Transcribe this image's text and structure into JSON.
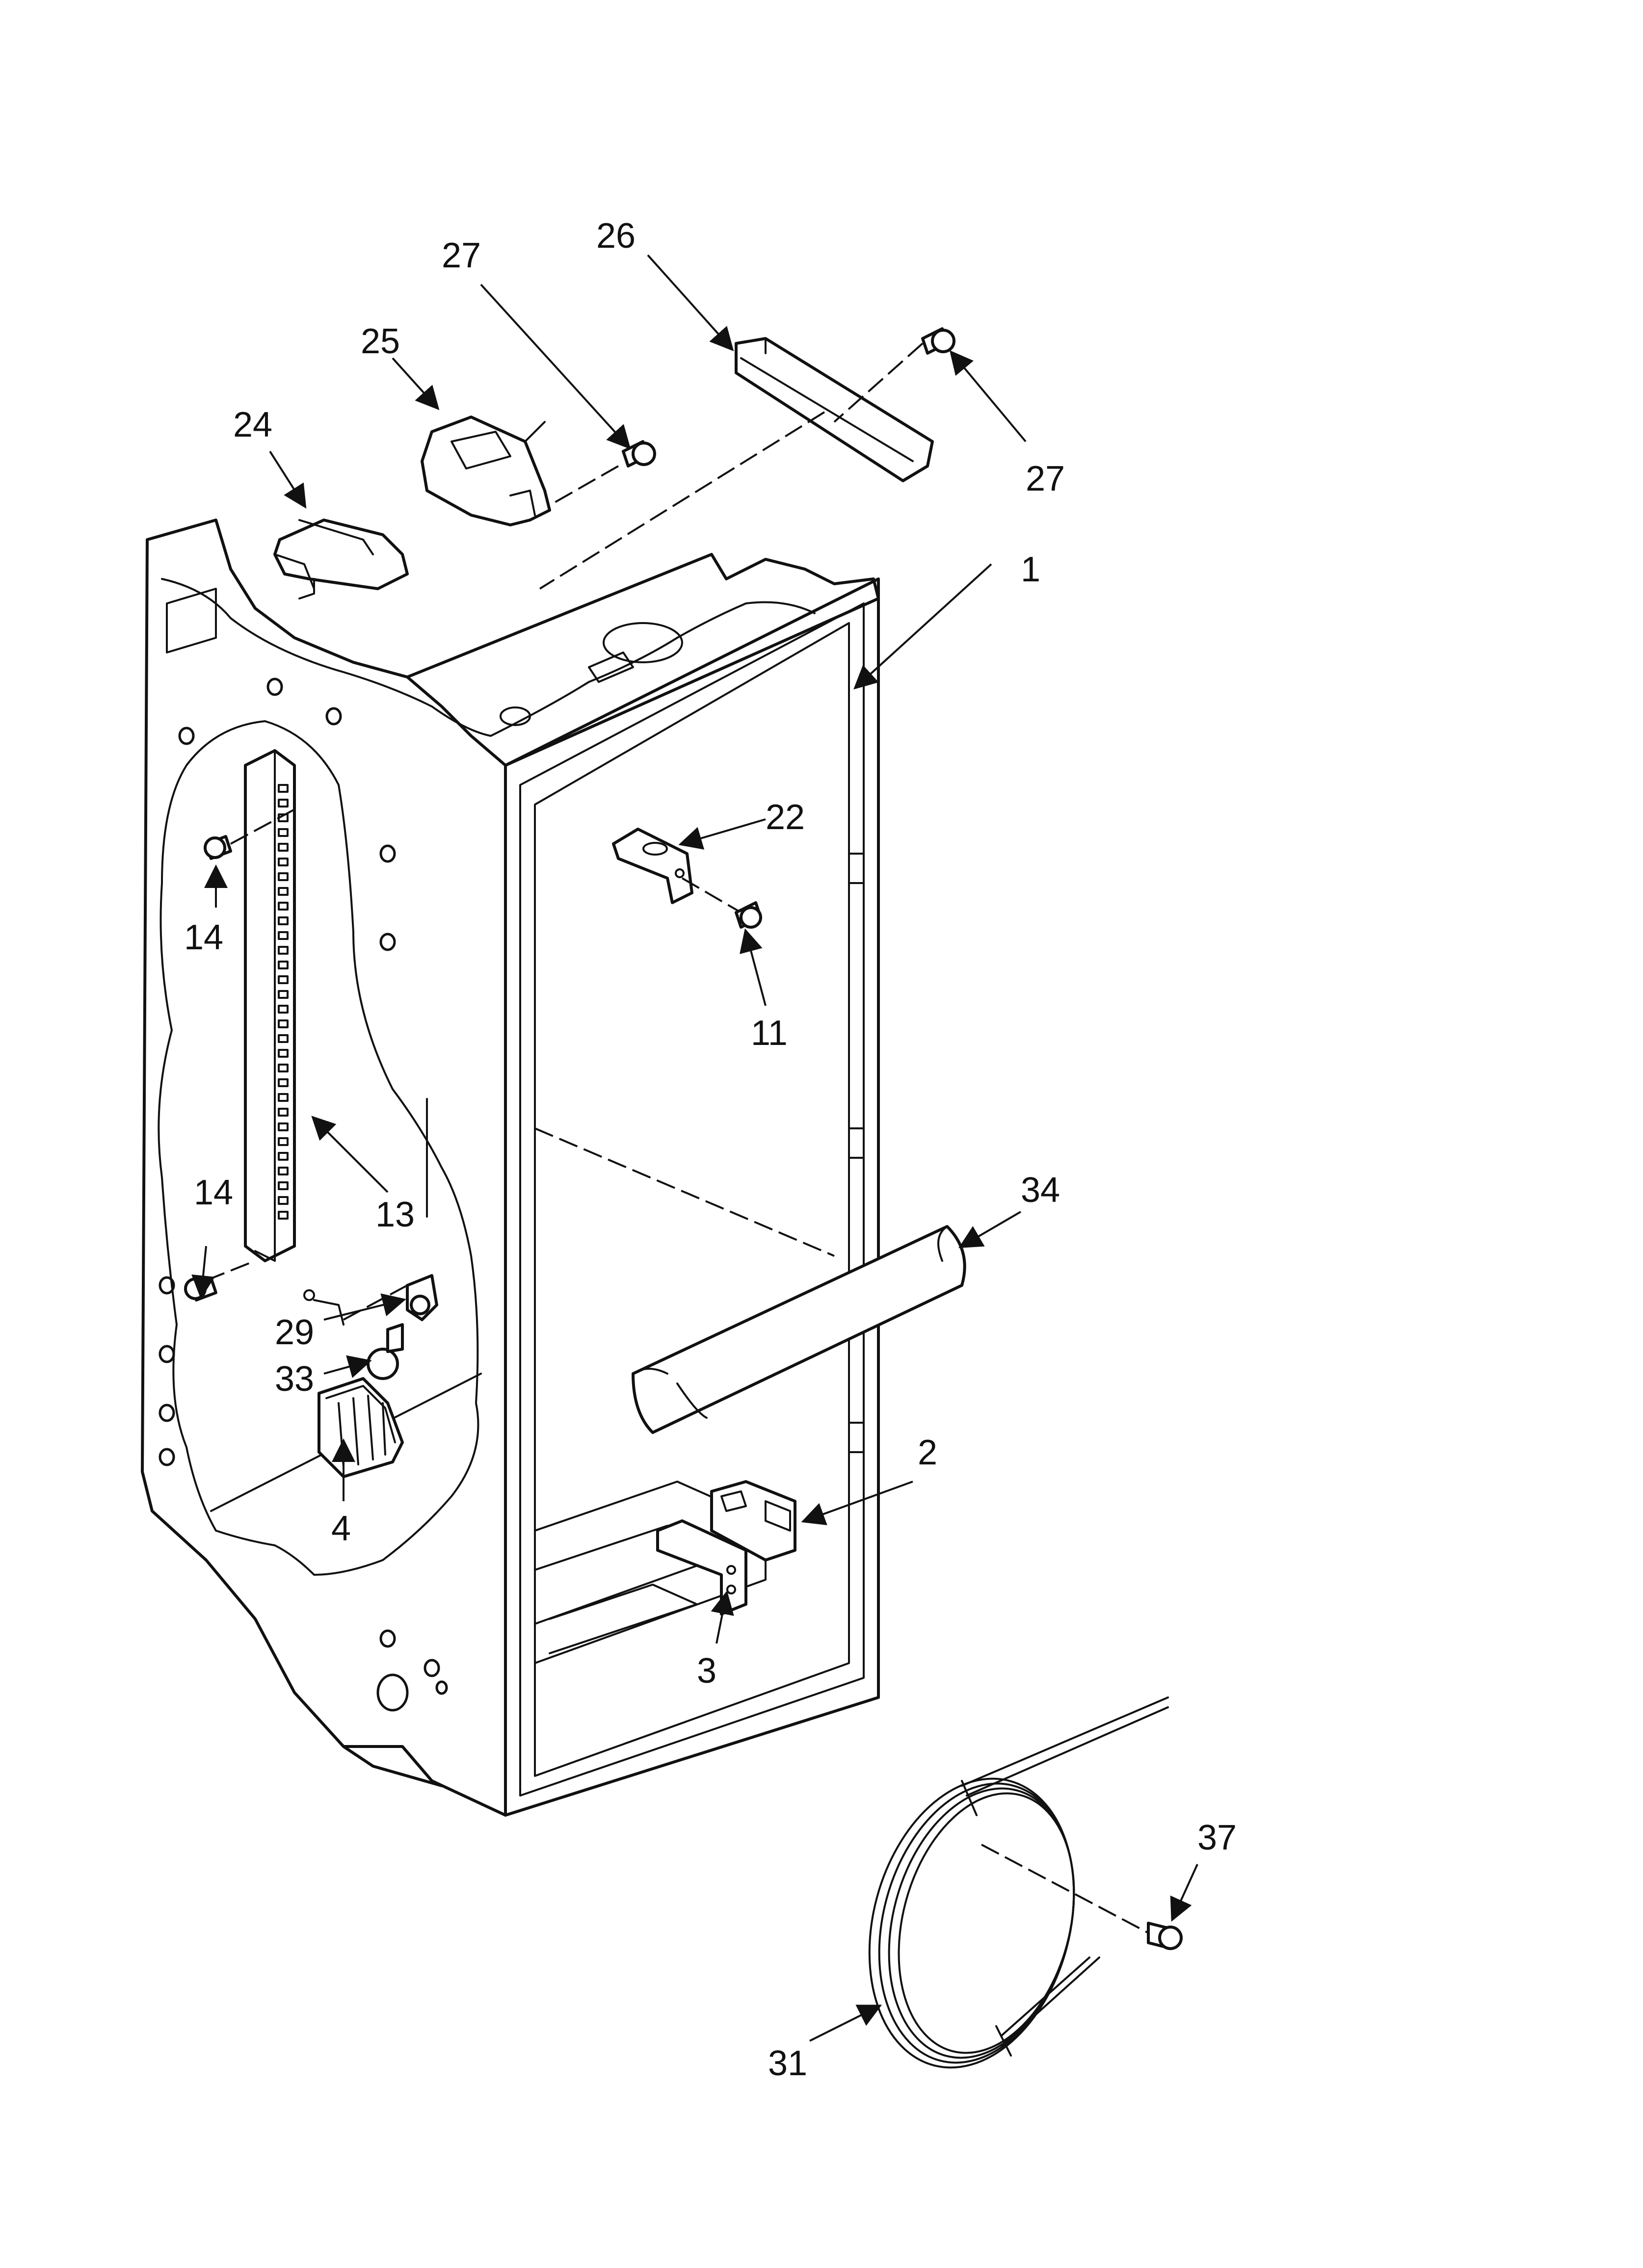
{
  "diagram": {
    "callouts": [
      {
        "id": "1",
        "label": "1"
      },
      {
        "id": "2",
        "label": "2"
      },
      {
        "id": "3",
        "label": "3"
      },
      {
        "id": "4",
        "label": "4"
      },
      {
        "id": "11",
        "label": "11"
      },
      {
        "id": "13",
        "label": "13"
      },
      {
        "id": "14a",
        "label": "14"
      },
      {
        "id": "14b",
        "label": "14"
      },
      {
        "id": "22",
        "label": "22"
      },
      {
        "id": "24",
        "label": "24"
      },
      {
        "id": "25",
        "label": "25"
      },
      {
        "id": "26",
        "label": "26"
      },
      {
        "id": "27a",
        "label": "27"
      },
      {
        "id": "27b",
        "label": "27"
      },
      {
        "id": "29",
        "label": "29"
      },
      {
        "id": "31",
        "label": "31"
      },
      {
        "id": "33",
        "label": "33"
      },
      {
        "id": "34",
        "label": "34"
      },
      {
        "id": "37",
        "label": "37"
      }
    ]
  }
}
